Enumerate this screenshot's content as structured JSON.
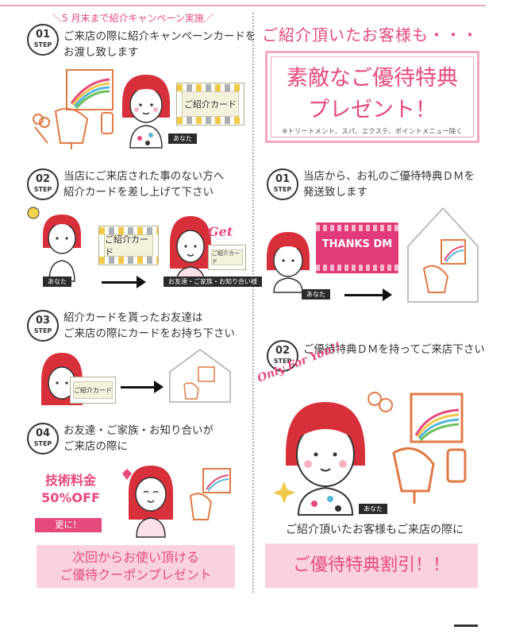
{
  "campaign_note": "＼5 月末まで紹介キャンペーン実施／",
  "left_steps": [
    {
      "num": "01",
      "step": "STEP",
      "text": "ご来店の際に紹介キャンペーンカードを\nお渡し致します"
    },
    {
      "num": "02",
      "step": "STEP",
      "text": "当店にご来店された事のない方へ\n紹介カードを差し上げて下さい"
    },
    {
      "num": "03",
      "step": "STEP",
      "text": "紹介カードを貰ったお友達は\nご来店の際にカードをお持ち下さい"
    },
    {
      "num": "04",
      "step": "STEP",
      "text": "お友達・ご家族・お知り合いが\nご来店の際に"
    }
  ],
  "right_header": "ご紹介頂いたお客様も・・・",
  "benefit_title": "素敵なご優待特典\nプレゼント！",
  "benefit_note": "※トリートメント、スパ、エクステ、ポイントメニュー除く",
  "right_steps": [
    {
      "num": "01",
      "step": "STEP",
      "text": "当店から、お礼のご優待特典ＤＭを\n発送致します"
    },
    {
      "num": "02",
      "step": "STEP",
      "text": "ご優待特典ＤＭを持ってご来店下さい"
    }
  ],
  "card_label": "ご紹介カード",
  "card_label_small": "ご紹介カード",
  "you_label": "あなた",
  "friends_label": "お友達・ご家族・お知り合い様",
  "get_text": "Get",
  "thanks_dm": "THANKS DM",
  "only_for_you": "Only For You!!",
  "discount_text": "技術料金\n50%OFF",
  "more_label": "更に！",
  "coupon_text": "次回からお使い頂ける\nご優待クーポンプレゼント",
  "final_caption": "ご紹介頂いたお客様もご来店の際に",
  "final_banner": "ご優待特典割引！！",
  "colors": {
    "accent": "#e64a7a",
    "pink_bg": "#f9d2dd",
    "frame": "#f3a9bd",
    "dm": "#e23a78"
  }
}
